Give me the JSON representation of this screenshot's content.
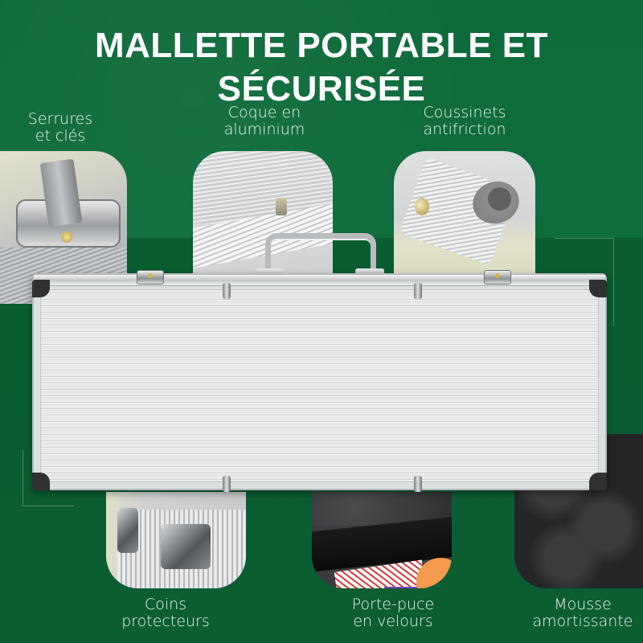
{
  "title": "MALLETTE PORTABLE ET SÉCURISÉE",
  "colors": {
    "background_top": "#0e6a3a",
    "background_bottom": "#0b5e32",
    "text": "#ffffff",
    "case_aluminium": "#dcdfe0"
  },
  "features": [
    {
      "id": "locks",
      "line1": "Serrures",
      "line2": "et clés",
      "icon": "lock-key-icon"
    },
    {
      "id": "aluminium",
      "line1": "Coque en",
      "line2": "aluminium",
      "icon": "aluminium-shell-icon"
    },
    {
      "id": "bumpers",
      "line1": "Coussinets",
      "line2": "antifriction",
      "icon": "rubber-foot-icon"
    },
    {
      "id": "corners",
      "line1": "Coins",
      "line2": "protecteurs",
      "icon": "corner-protector-icon"
    },
    {
      "id": "velvet",
      "line1": "Porte-puce",
      "line2": "en velours",
      "icon": "chip-tray-icon"
    },
    {
      "id": "foam",
      "line1": "Mousse",
      "line2": "amortissante",
      "icon": "foam-icon"
    }
  ]
}
